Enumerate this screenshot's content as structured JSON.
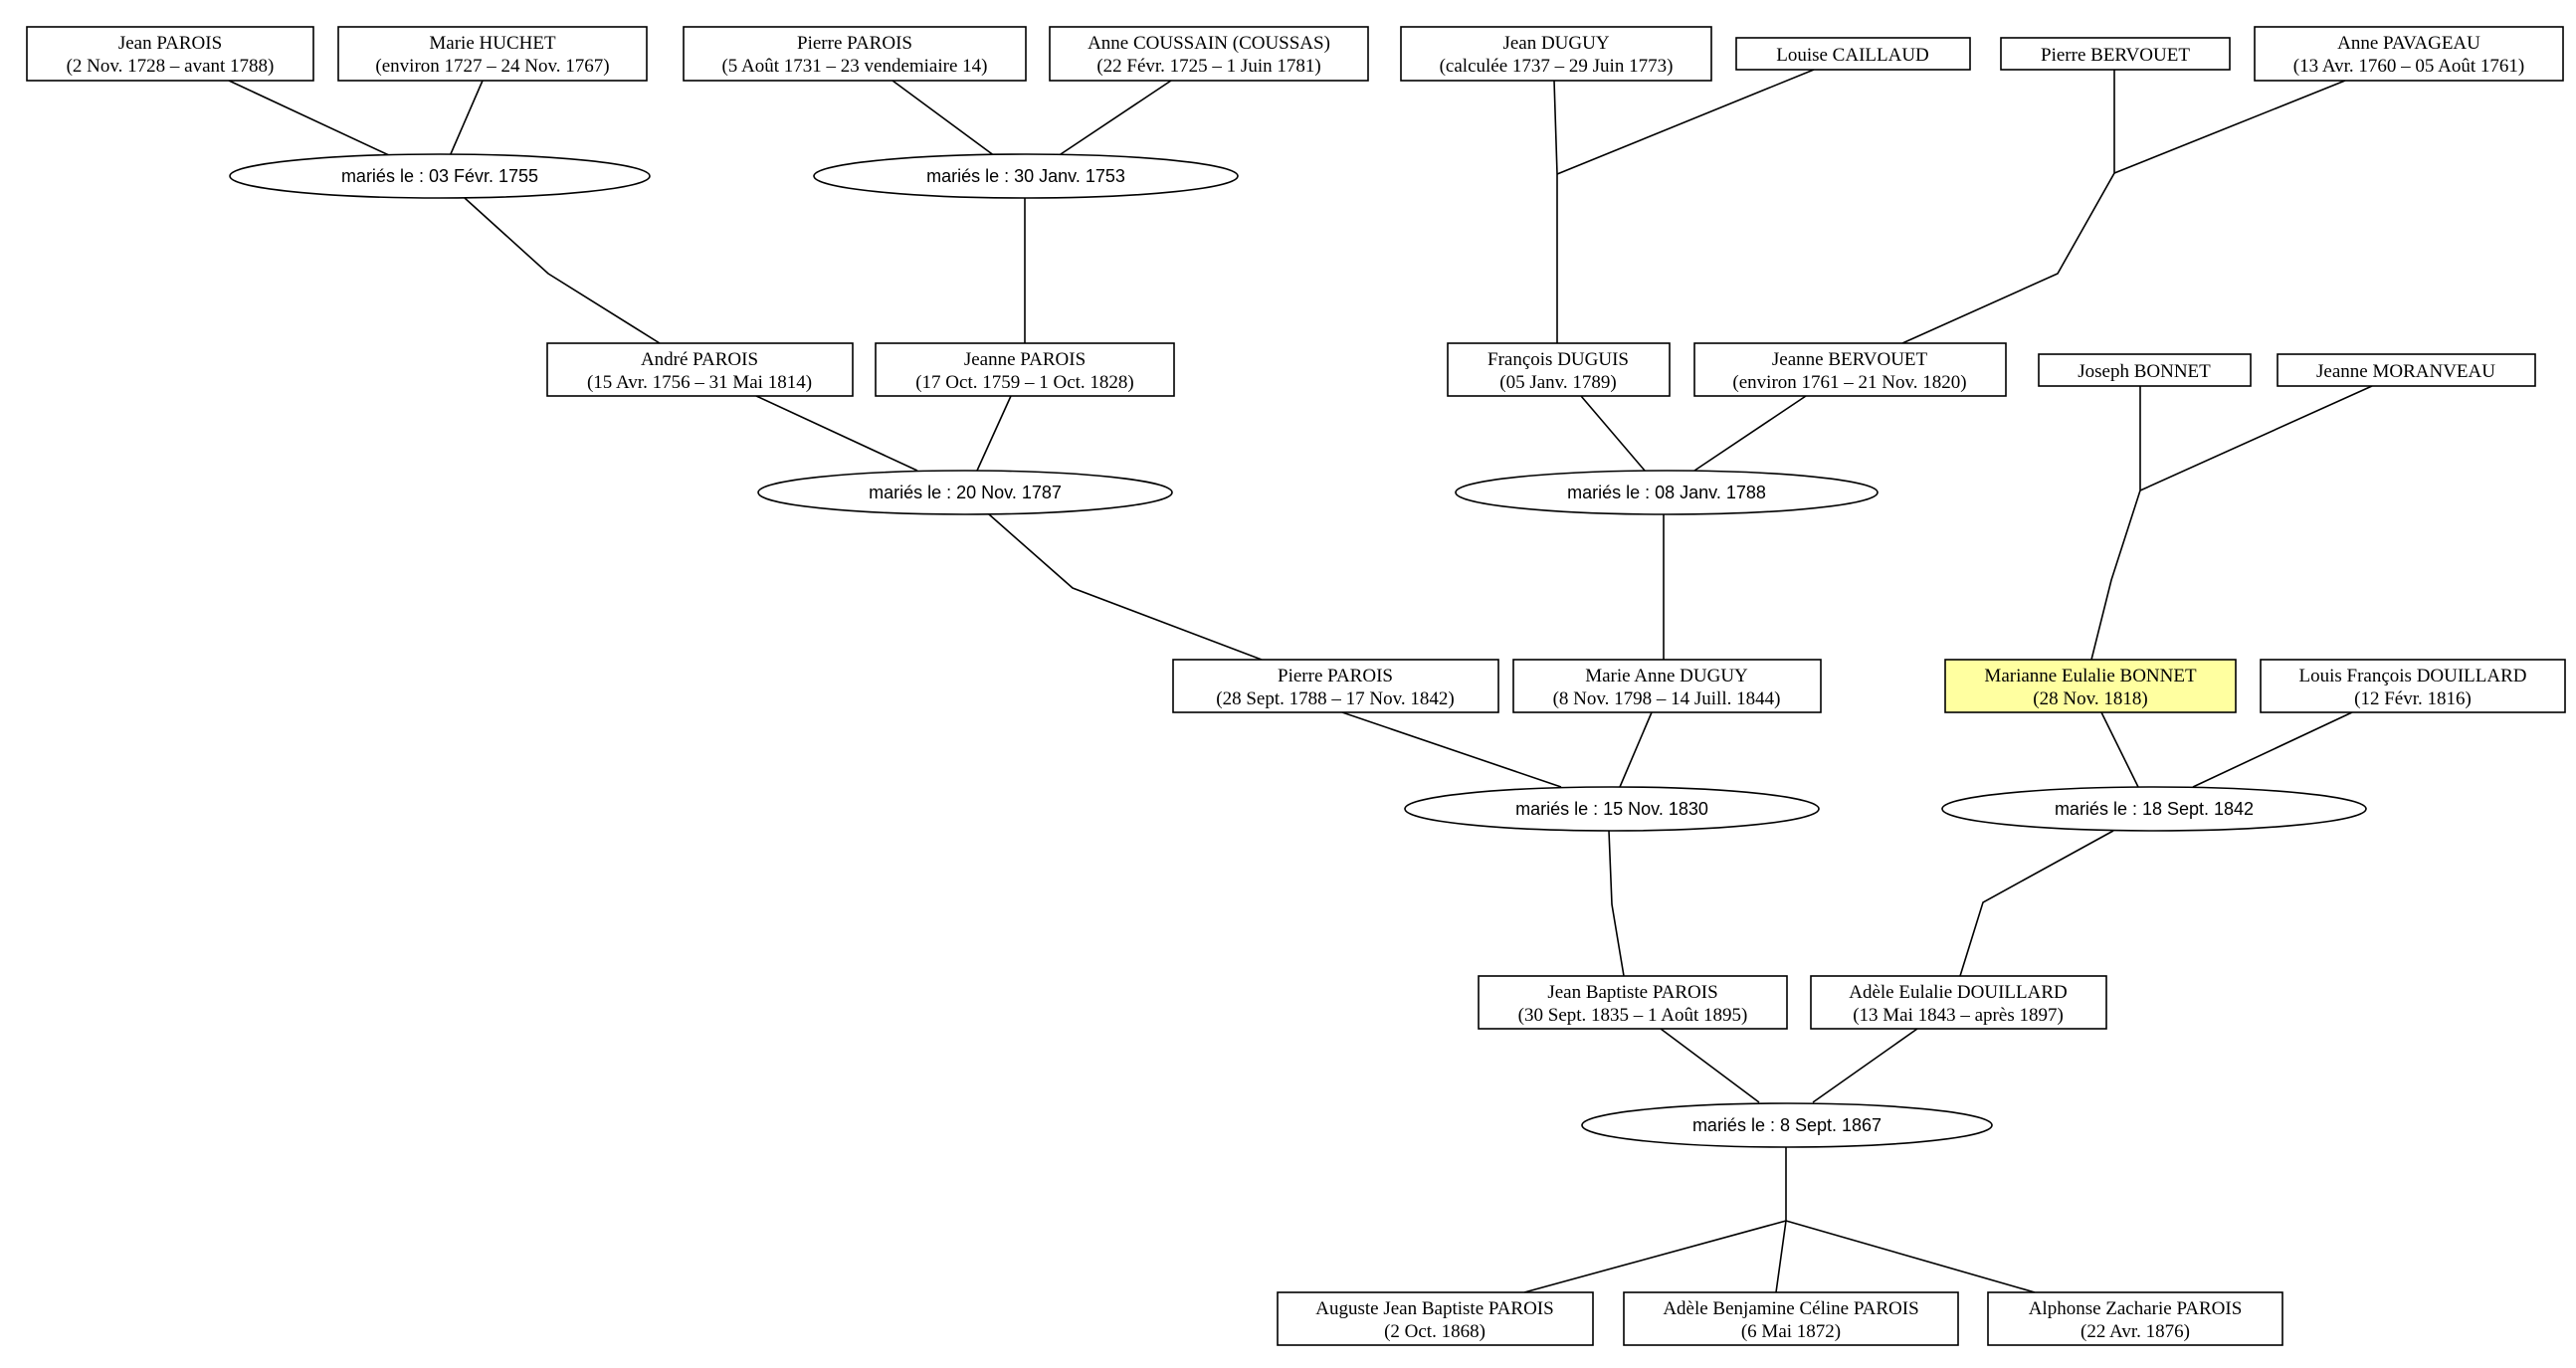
{
  "colors": {
    "node_fill": "#ffffff",
    "highlight_fill": "#ffffa0",
    "stroke": "#000000"
  },
  "persons": {
    "jean_parois_1728": {
      "name": "Jean PAROIS",
      "dates": "(2 Nov. 1728 – avant 1788)"
    },
    "marie_huchet": {
      "name": "Marie HUCHET",
      "dates": "(environ 1727 – 24 Nov. 1767)"
    },
    "pierre_parois_1731": {
      "name": "Pierre PAROIS",
      "dates": "(5 Août 1731 – 23 vendemiaire 14)"
    },
    "anne_coussain": {
      "name": "Anne COUSSAIN (COUSSAS)",
      "dates": "(22 Févr. 1725 – 1 Juin 1781)"
    },
    "jean_duguy": {
      "name": "Jean DUGUY",
      "dates": "(calculée 1737 – 29 Juin 1773)"
    },
    "louise_caillaud": {
      "name": "Louise CAILLAUD",
      "dates": ""
    },
    "pierre_bervouet": {
      "name": "Pierre BERVOUET",
      "dates": ""
    },
    "anne_pavageau": {
      "name": "Anne PAVAGEAU",
      "dates": "(13 Avr. 1760 – 05 Août 1761)"
    },
    "andre_parois": {
      "name": "André PAROIS",
      "dates": "(15 Avr. 1756 – 31 Mai 1814)"
    },
    "jeanne_parois": {
      "name": "Jeanne PAROIS",
      "dates": "(17 Oct. 1759 – 1 Oct. 1828)"
    },
    "francois_duguis": {
      "name": "François DUGUIS",
      "dates": "(05 Janv. 1789)"
    },
    "jeanne_bervouet": {
      "name": "Jeanne BERVOUET",
      "dates": "(environ 1761 – 21 Nov. 1820)"
    },
    "joseph_bonnet": {
      "name": "Joseph BONNET",
      "dates": ""
    },
    "jeanne_moranveau": {
      "name": "Jeanne MORANVEAU",
      "dates": ""
    },
    "pierre_parois_1788": {
      "name": "Pierre PAROIS",
      "dates": "(28 Sept. 1788 – 17 Nov. 1842)"
    },
    "marie_anne_duguy": {
      "name": "Marie Anne DUGUY",
      "dates": "(8 Nov. 1798 – 14 Juill. 1844)"
    },
    "marianne_bonnet": {
      "name": "Marianne Eulalie BONNET",
      "dates": "(28 Nov. 1818)"
    },
    "louis_douillard": {
      "name": "Louis François DOUILLARD",
      "dates": "(12 Févr. 1816)"
    },
    "jean_baptiste_parois": {
      "name": "Jean Baptiste PAROIS",
      "dates": "(30 Sept. 1835 – 1 Août 1895)"
    },
    "adele_douillard": {
      "name": "Adèle Eulalie DOUILLARD",
      "dates": "(13 Mai 1843 – après 1897)"
    },
    "auguste_parois": {
      "name": "Auguste Jean Baptiste PAROIS",
      "dates": "(2 Oct. 1868)"
    },
    "adele_benjamine_parois": {
      "name": "Adèle Benjamine Céline PAROIS",
      "dates": "(6 Mai 1872)"
    },
    "alphonse_parois": {
      "name": "Alphonse Zacharie PAROIS",
      "dates": "(22 Avr. 1876)"
    }
  },
  "marriages": {
    "m_1755": {
      "label": "mariés le : 03 Févr. 1755"
    },
    "m_1753": {
      "label": "mariés le : 30 Janv. 1753"
    },
    "m_1787": {
      "label": "mariés le : 20 Nov. 1787"
    },
    "m_1788": {
      "label": "mariés le : 08 Janv. 1788"
    },
    "m_1830": {
      "label": "mariés le : 15 Nov. 1830"
    },
    "m_1842": {
      "label": "mariés le : 18 Sept. 1842"
    },
    "m_1867": {
      "label": "mariés le : 8 Sept. 1867"
    }
  }
}
